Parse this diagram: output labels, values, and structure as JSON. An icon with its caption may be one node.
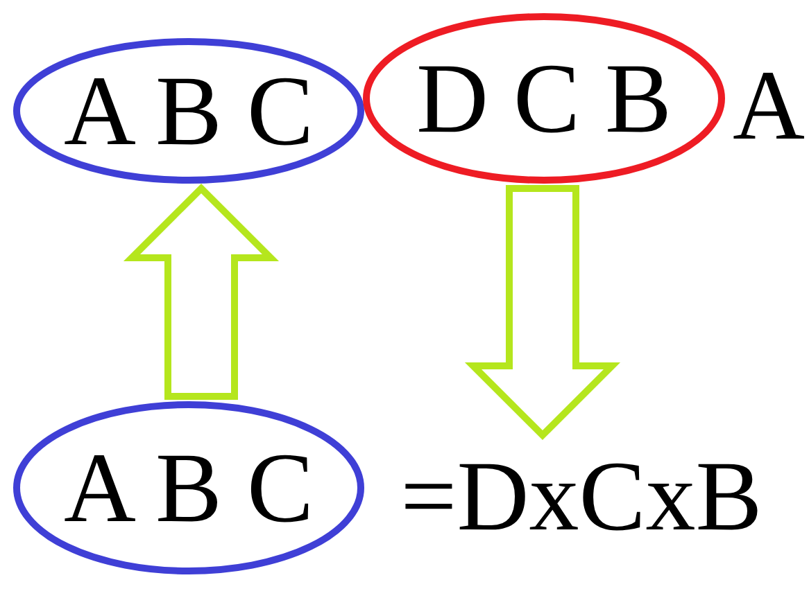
{
  "diagram": {
    "nodes": [
      {
        "text": [
          "A B C"
        ]
      },
      {
        "text": [
          "D C B"
        ]
      },
      {
        "text": [
          "A B C"
        ]
      },
      {
        "text": [
          "=DxCxB"
        ]
      }
    ],
    "edges": [
      {
        "from": 2,
        "to": 0,
        "arrow": "to"
      },
      {
        "from": 1,
        "to": 3,
        "arrow": "to"
      }
    ],
    "labels": [
      "A"
    ]
  }
}
